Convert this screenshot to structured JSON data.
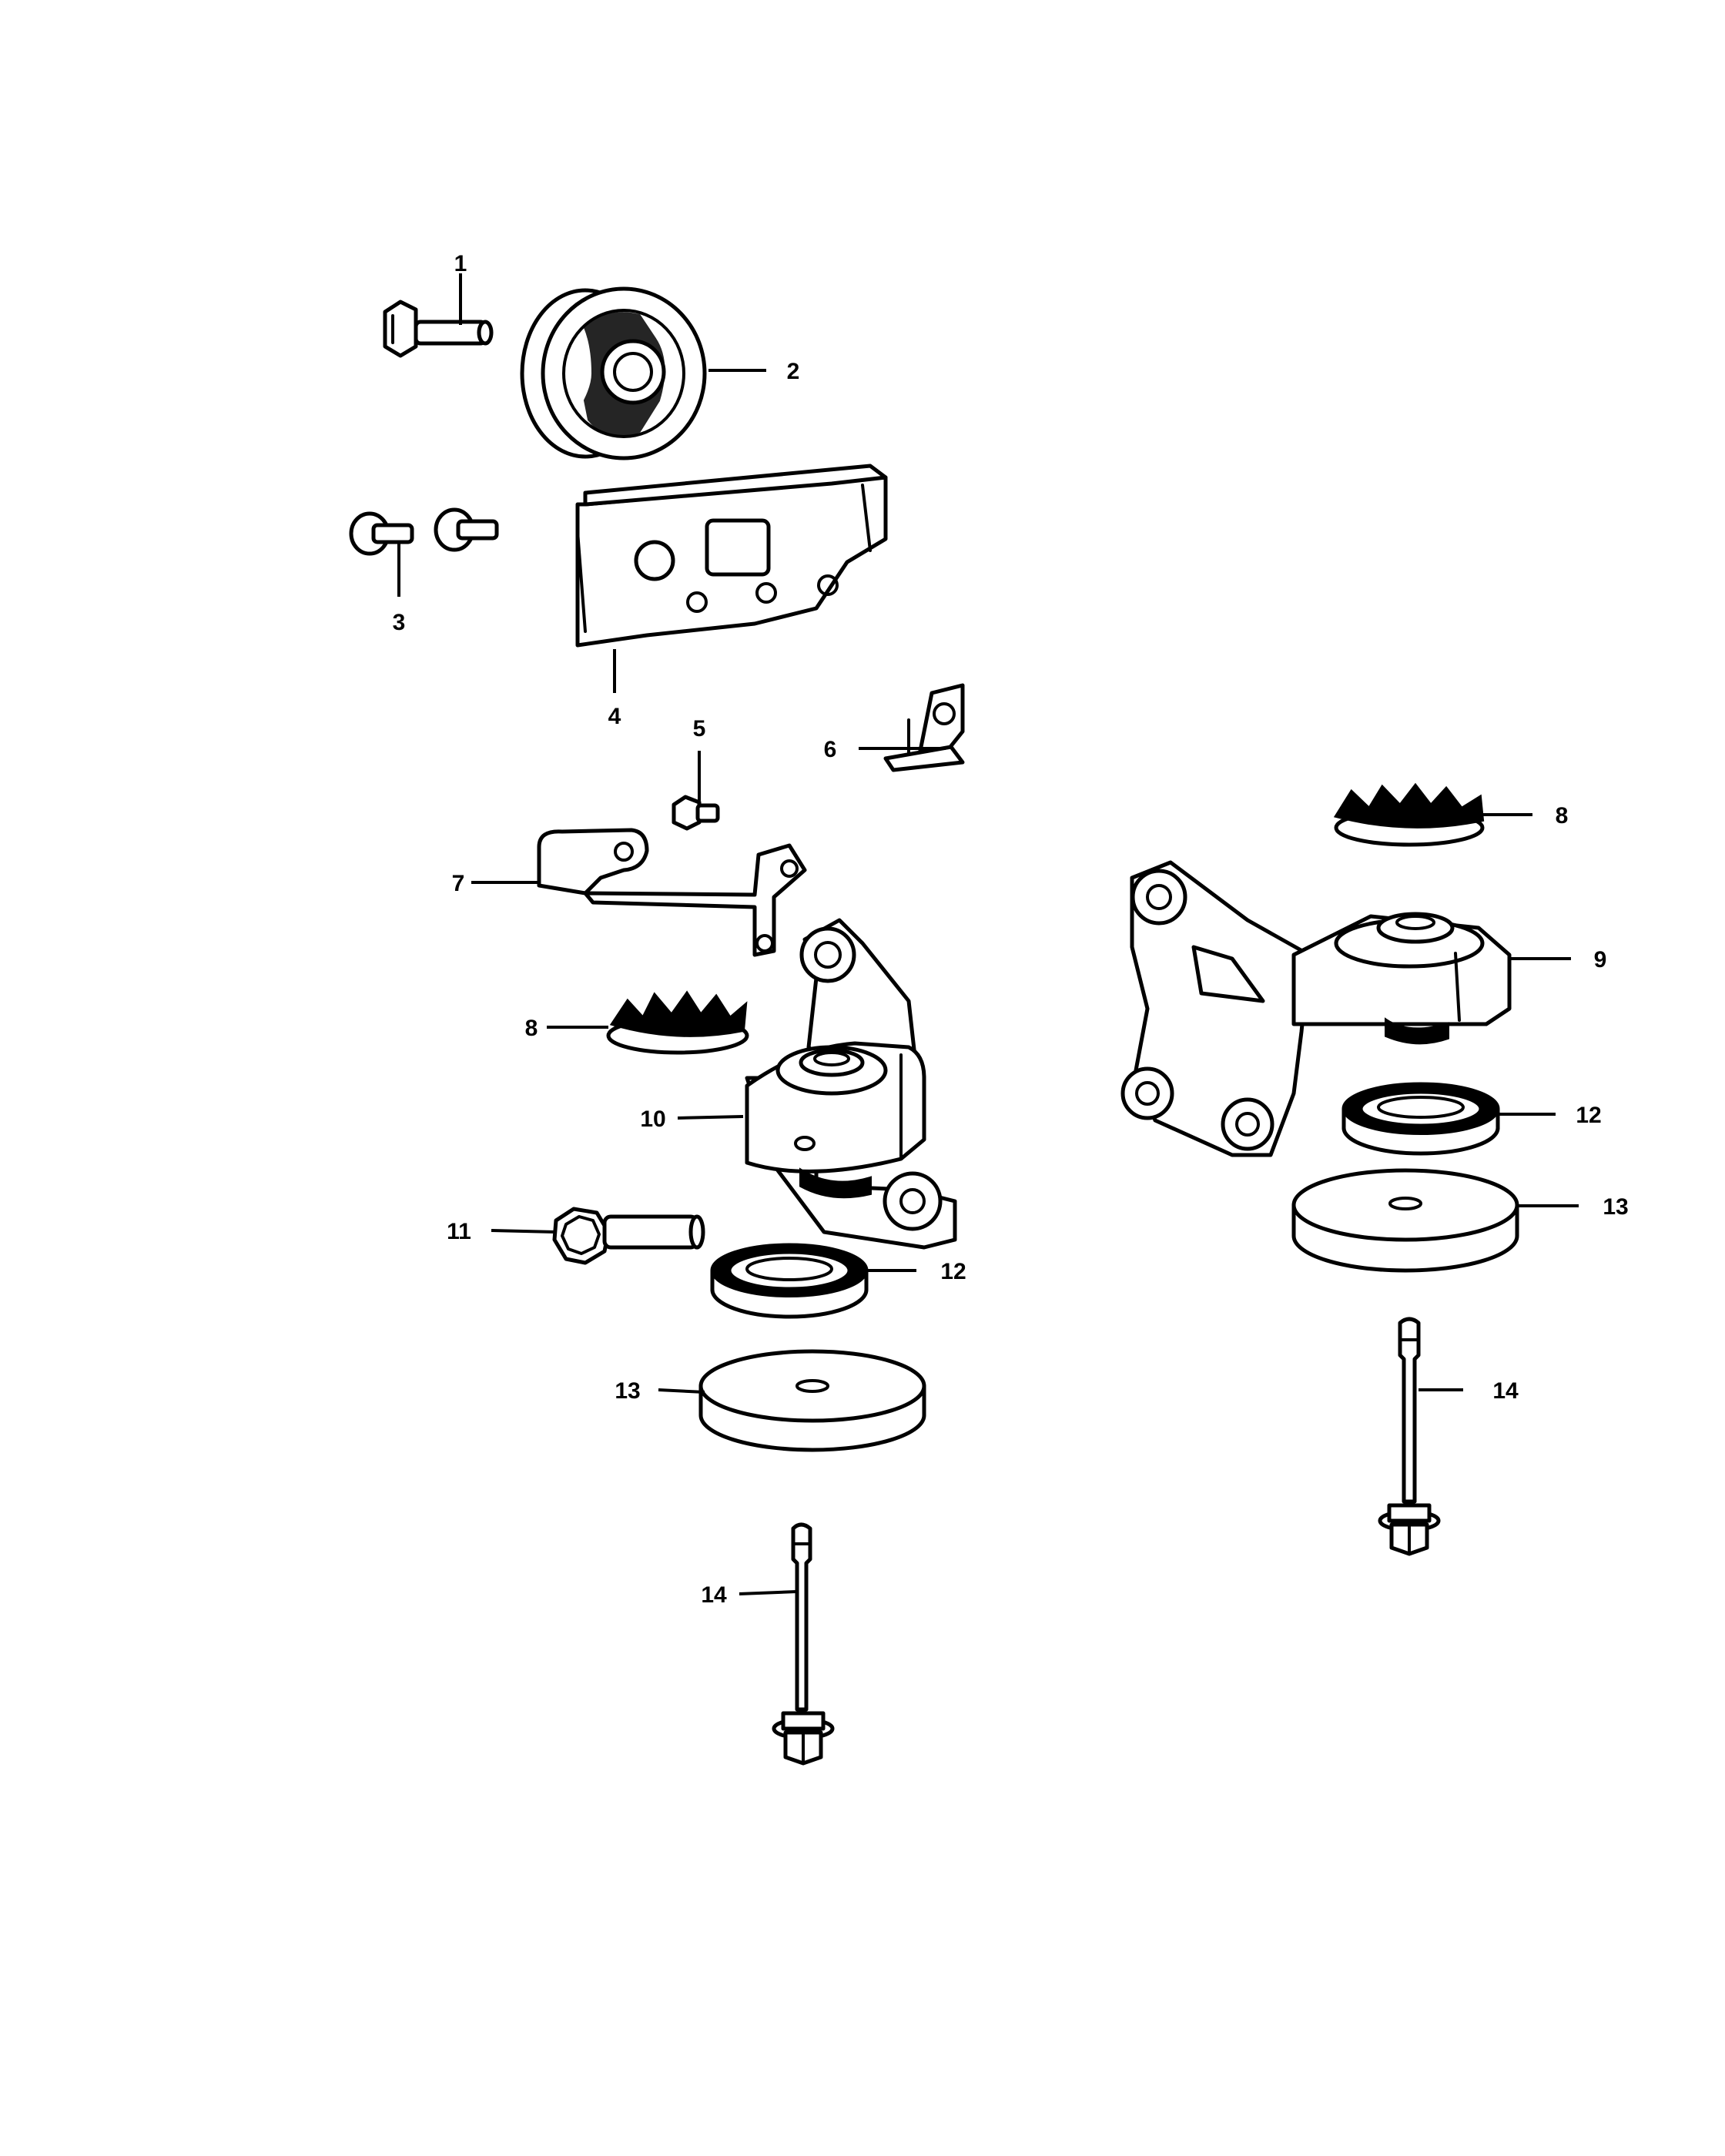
{
  "callouts": [
    {
      "id": "c1",
      "label": "1"
    },
    {
      "id": "c2",
      "label": "2"
    },
    {
      "id": "c3",
      "label": "3"
    },
    {
      "id": "c4",
      "label": "4"
    },
    {
      "id": "c5",
      "label": "5"
    },
    {
      "id": "c6",
      "label": "6"
    },
    {
      "id": "c7",
      "label": "7"
    },
    {
      "id": "c8a",
      "label": "8"
    },
    {
      "id": "c8b",
      "label": "8"
    },
    {
      "id": "c9",
      "label": "9"
    },
    {
      "id": "c10",
      "label": "10"
    },
    {
      "id": "c11",
      "label": "11"
    },
    {
      "id": "c12a",
      "label": "12"
    },
    {
      "id": "c12b",
      "label": "12"
    },
    {
      "id": "c13a",
      "label": "13"
    },
    {
      "id": "c13b",
      "label": "13"
    },
    {
      "id": "c14a",
      "label": "14"
    },
    {
      "id": "c14b",
      "label": "14"
    }
  ]
}
